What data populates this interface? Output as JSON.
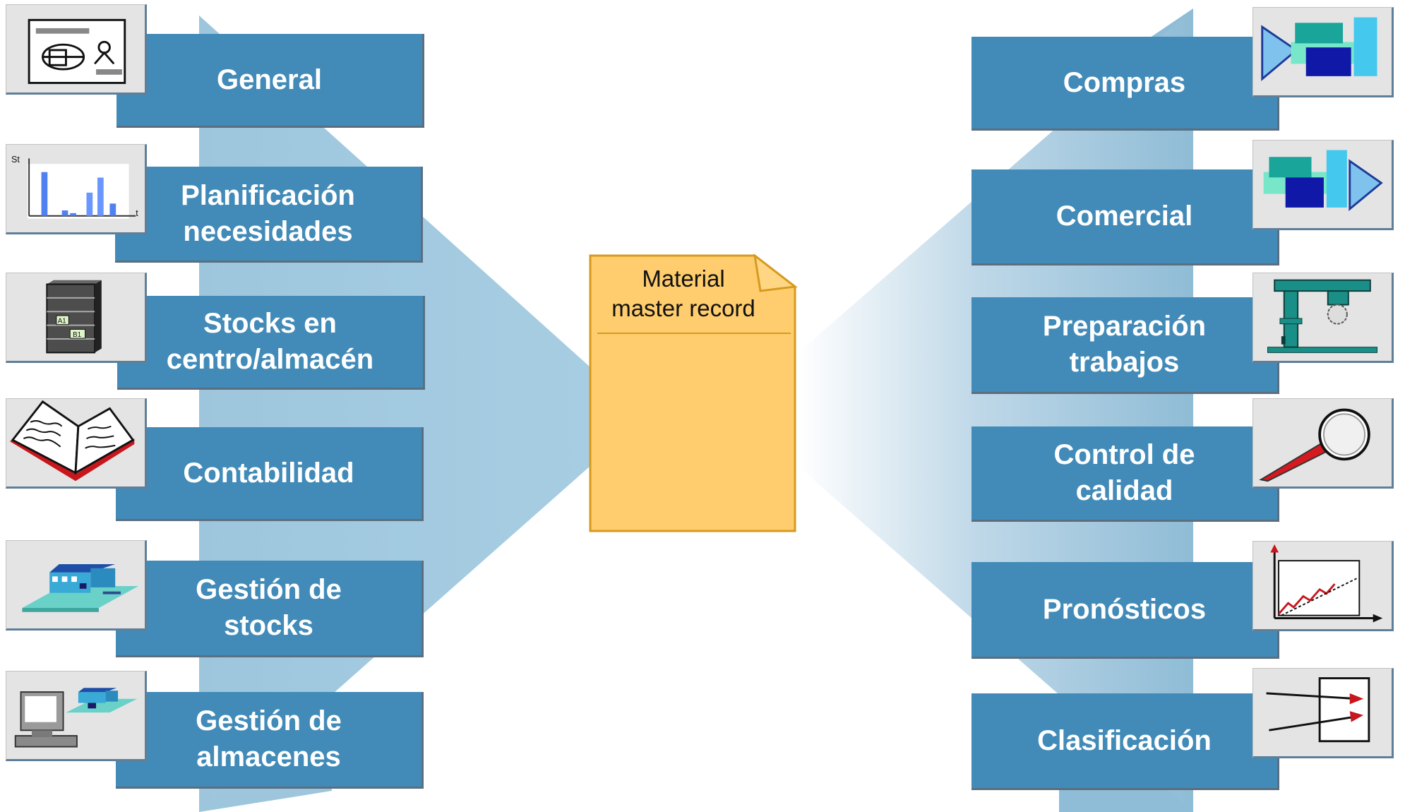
{
  "colors": {
    "tile": "#428bb8",
    "tile_border": "#5b6e80",
    "spine": "#9dc6dd",
    "document": "#ffcd6e",
    "document_border": "#d69a1f",
    "view_background": "#e4e4e4"
  },
  "center": {
    "document_title": "Material\nmaster record",
    "icon": "document-icon"
  },
  "left_views": [
    {
      "label": "General",
      "icon": "general-data-icon"
    },
    {
      "label": "Planificación\nnecesidades",
      "icon": "bar-chart-icon"
    },
    {
      "label": "Stocks en\ncentro/almacén",
      "icon": "storage-shelf-icon"
    },
    {
      "label": "Contabilidad",
      "icon": "open-book-icon"
    },
    {
      "label": "Gestión de\nstocks",
      "icon": "warehouse-icon"
    },
    {
      "label": "Gestión de\nalmacenes",
      "icon": "computer-warehouse-icon"
    }
  ],
  "right_views": [
    {
      "label": "Compras",
      "icon": "purchasing-blocks-icon"
    },
    {
      "label": "Comercial",
      "icon": "sales-blocks-icon"
    },
    {
      "label": "Preparación\ntrabajos",
      "icon": "drill-press-icon"
    },
    {
      "label": "Control de\ncalidad",
      "icon": "magnifier-icon"
    },
    {
      "label": "Pronósticos",
      "icon": "forecast-chart-icon"
    },
    {
      "label": "Clasificación",
      "icon": "classification-arrows-icon"
    }
  ],
  "chart_icon_labels": {
    "y_axis": "St",
    "x_axis": "t"
  },
  "shelf_labels": {
    "bin_a": "A1",
    "bin_b": "B1"
  }
}
